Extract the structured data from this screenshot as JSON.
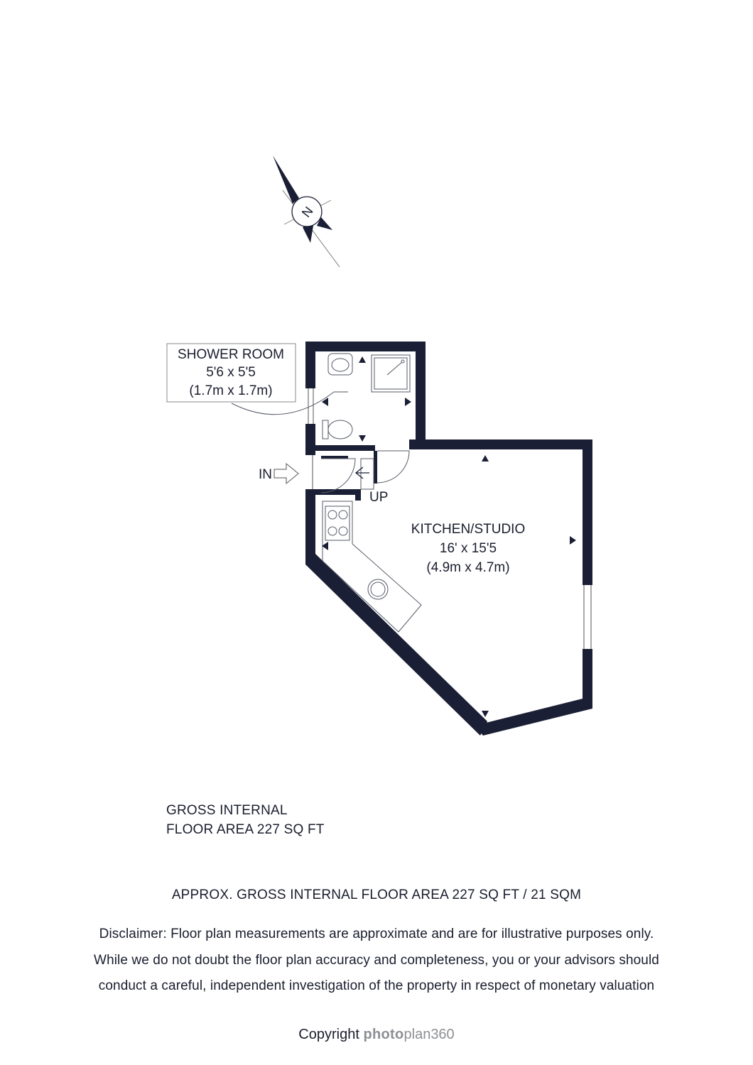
{
  "compass": {
    "label": "N"
  },
  "rooms": [
    {
      "name": "SHOWER ROOM",
      "dims_imperial": "5'6 x 5'5",
      "dims_metric": "(1.7m x 1.7m)"
    },
    {
      "name": "KITCHEN/STUDIO",
      "dims_imperial": "16' x 15'5",
      "dims_metric": "(4.9m x 4.7m)"
    }
  ],
  "labels": {
    "entrance": "IN",
    "stairs": "UP"
  },
  "gross_internal": {
    "line1": "GROSS INTERNAL",
    "line2": "FLOOR AREA 227 SQ FT"
  },
  "approx_area": "APPROX. GROSS INTERNAL FLOOR AREA 227 SQ FT / 21 SQM",
  "disclaimer": [
    "Disclaimer: Floor plan measurements are approximate and are for illustrative purposes only.",
    "While we do not doubt the floor plan accuracy and completeness, you or your advisors should",
    "conduct a careful, independent investigation of the property in respect of monetary valuation"
  ],
  "copyright": {
    "text": "Copyright",
    "brand_bold": "photo",
    "brand_light": "plan360"
  },
  "colors": {
    "wall": "#1b1f35",
    "text": "#1a1d2e",
    "brand": "#8e8f94"
  }
}
